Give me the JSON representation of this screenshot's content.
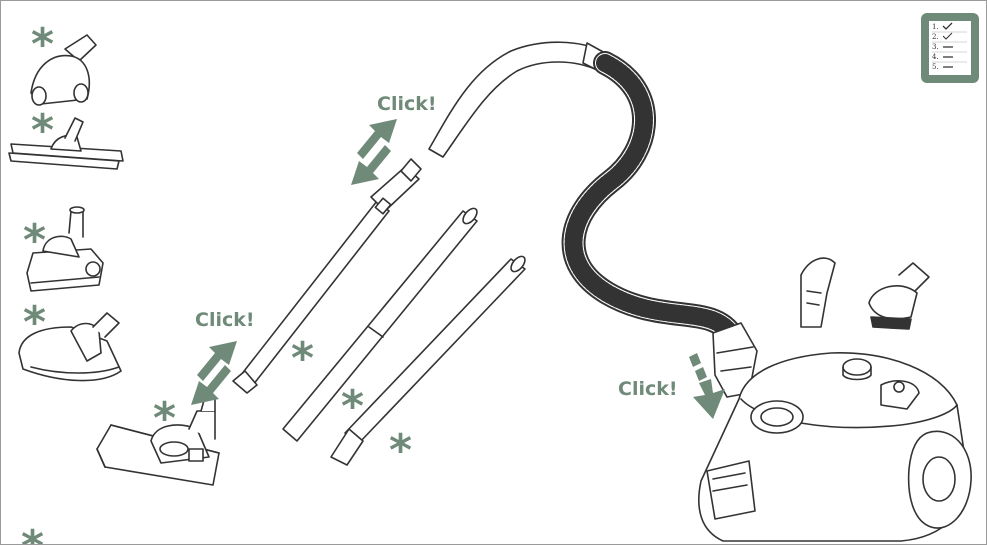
{
  "labels": {
    "click": "Click!"
  },
  "marks": {
    "optional": "*"
  },
  "checklist": {
    "icon": "checklist-icon",
    "lines": [
      "1.",
      "2.",
      "3.",
      "4.",
      "5."
    ]
  },
  "colors": {
    "accent": "#6f8a78",
    "line": "#333333",
    "fill": "#ffffff"
  }
}
